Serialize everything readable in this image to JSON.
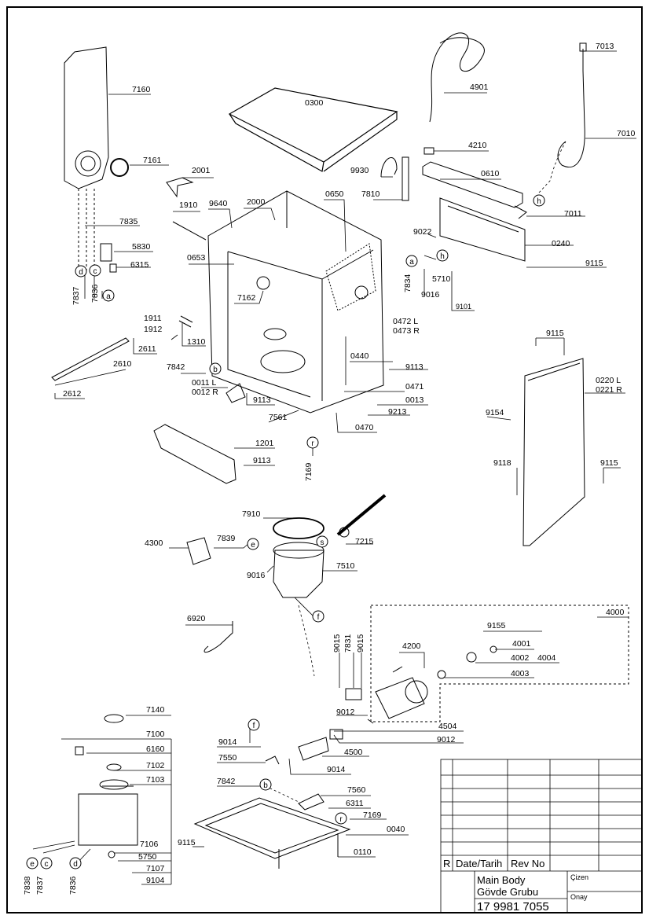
{
  "sheet": {
    "part_labels": {
      "p0300": "0300",
      "p4901": "4901",
      "p7013": "7013",
      "p7010": "7010",
      "p7160": "7160",
      "p7161": "7161",
      "p2001": "2001",
      "p4210": "4210",
      "p9930": "9930",
      "p0610": "0610",
      "p7810": "7810",
      "p1910": "1910",
      "p9640": "9640",
      "p2000": "2000",
      "p0650": "0650",
      "p7011": "7011",
      "p7835": "7835",
      "p9022": "9022",
      "p0240": "0240",
      "p5830": "5830",
      "p0653": "0653",
      "p6315": "6315",
      "p9115a": "9115",
      "p7834": "7834",
      "p5710": "5710",
      "p7162": "7162",
      "p9016a": "9016",
      "p9101": "9101",
      "p7837a": "7837",
      "p7836a": "7836",
      "p1911": "1911",
      "p1912": "1912",
      "p0472": "0472 L",
      "p0473": "0473 R",
      "p1310": "1310",
      "p9115b": "9115",
      "p2611": "2611",
      "p0440": "0440",
      "p9113a": "9113",
      "p2610": "2610",
      "p7842a": "7842",
      "p0220": "0220 L",
      "p0221": "0221 R",
      "p0011": "0011 L",
      "p0012": "0012 R",
      "p0471": "0471",
      "p2612": "2612",
      "p9113b": "9113",
      "p0013": "0013",
      "p9213": "9213",
      "p9154": "9154",
      "p7561": "7561",
      "p0470": "0470",
      "p1201": "1201",
      "p9118": "9118",
      "p9115c": "9115",
      "p9113c": "9113",
      "p7169a": "7169",
      "p7910": "7910",
      "p4300": "4300",
      "p7839": "7839",
      "p7215": "7215",
      "p7510": "7510",
      "p9016b": "9016",
      "p4000": "4000",
      "p6920": "6920",
      "p9155": "9155",
      "p4200": "4200",
      "p9015a": "9015",
      "p7831": "7831",
      "p9015b": "9015",
      "p4001": "4001",
      "p4002": "4002",
      "p4004": "4004",
      "p4003": "4003",
      "p7140": "7140",
      "p9012a": "9012",
      "p4504": "4504",
      "p7100": "7100",
      "p9012b": "9012",
      "p9014a": "9014",
      "p6160": "6160",
      "p7550": "7550",
      "p4500": "4500",
      "p7102": "7102",
      "p9014b": "9014",
      "p7103": "7103",
      "p7842b": "7842",
      "p7560": "7560",
      "p6311": "6311",
      "p7169b": "7169",
      "p0040": "0040",
      "p7106": "7106",
      "p9115d": "9115",
      "p0110": "0110",
      "p5750": "5750",
      "p7107": "7107",
      "p9104": "9104",
      "p7838": "7838",
      "p7837b": "7837",
      "p7836b": "7836"
    },
    "markers": {
      "a1": "a",
      "a2": "a",
      "b1": "b",
      "b2": "b",
      "c1": "c",
      "c2": "c",
      "d1": "d",
      "d2": "d",
      "e1": "e",
      "e2": "e",
      "f1": "f",
      "f2": "f",
      "h1": "h",
      "h2": "h",
      "r1": "r",
      "r2": "r",
      "s1": "s"
    },
    "title_block": {
      "rev_letter": "R",
      "date_header": "Date/Tarih",
      "rev_header": "Rev No",
      "title_en": "Main Body",
      "title_tr": "Gövde Grubu",
      "drawn_label": "Çizen",
      "approved_label": "Onay",
      "document_number": "17 9981 7055"
    }
  }
}
